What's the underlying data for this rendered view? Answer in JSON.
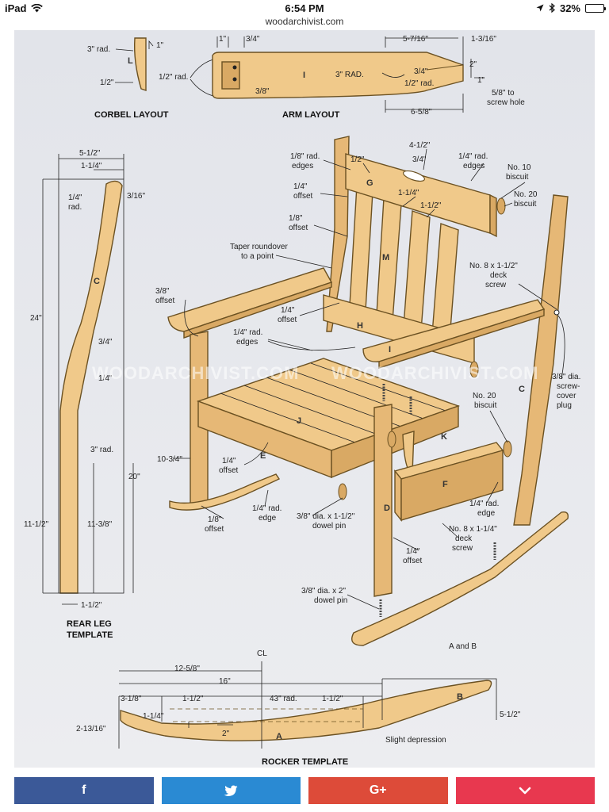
{
  "status_bar": {
    "device": "iPad",
    "time": "6:54 PM",
    "battery": "32%",
    "battery_level": 0.32
  },
  "browser": {
    "url": "woodarchivist.com"
  },
  "drawing": {
    "watermark": "WOODARCHIVIST.COM",
    "captions": {
      "corbel": "CORBEL LAYOUT",
      "arm": "ARM LAYOUT",
      "rear_leg_1": "REAR LEG",
      "rear_leg_2": "TEMPLATE",
      "rocker": "ROCKER TEMPLATE"
    },
    "corbel": {
      "part": "L",
      "d1": "3\" rad.",
      "d2": "1\"",
      "d3": "1/2\"",
      "d4": "1/2\" rad."
    },
    "arm": {
      "part": "I",
      "d1": "1\"",
      "d2": "3/4\"",
      "d3": "3\" RAD.",
      "d4": "3/8\"",
      "d5": "5-7/16\"",
      "d6": "1-3/16\"",
      "d7": "2\"",
      "d8": "3/4\"",
      "d9": "1/2\" rad.",
      "d10": "1\"",
      "d11": "5/8\" to",
      "d12": "screw hole",
      "d13": "6-5/8\""
    },
    "rear_leg": {
      "part": "C",
      "d1": "5-1/2\"",
      "d2": "1-1/4\"",
      "d3": "1/4\"",
      "d4": "rad.",
      "d5": "3/16\"",
      "d6": "24\"",
      "d7": "3/4\"",
      "d8": "1/4\"",
      "d9": "3\" rad.",
      "d10": "20\"",
      "d11": "11-1/2\"",
      "d12": "11-3/8\"",
      "d13": "1-1/2\""
    },
    "assembly": {
      "parts": [
        "G",
        "M",
        "H",
        "I",
        "J",
        "E",
        "K",
        "F",
        "D",
        "C",
        "A and B"
      ],
      "notes": [
        "1/8\" rad.",
        "edges",
        "1/2\"",
        "4-1/2\"",
        "3/4\"",
        "1/4\" rad.",
        "edges",
        "No. 10",
        "biscuit",
        "No. 20",
        "biscuit",
        "1/4\"",
        "offset",
        "1-1/4\"",
        "1-1/2\"",
        "1/8\"",
        "offset",
        "Taper roundover",
        "to a point",
        "No. 8 x 1-1/2\"",
        "deck",
        "screw",
        "3/8\"",
        "offset",
        "1/4\"",
        "offset",
        "1/4\" rad.",
        "edges",
        "3/8\" dia.",
        "screw-",
        "cover",
        "plug",
        "No. 20",
        "biscuit",
        "10-3/4\"",
        "1/4\"",
        "offset",
        "1/8\"",
        "offset",
        "1/4\" rad.",
        "edge",
        "3/8\" dia. x 1-1/2\"",
        "dowel pin",
        "1/4\" rad.",
        "edge",
        "No. 8 x 1-1/4\"",
        "deck",
        "screw",
        "1/4\"",
        "offset",
        "3/8\" dia. x 2\"",
        "dowel pin"
      ]
    },
    "rocker": {
      "part_a": "A",
      "part_b": "B",
      "cl": "CL",
      "d1": "12-5/8\"",
      "d2": "16\"",
      "d3": "3-1/8\"",
      "d4": "1-1/2\"",
      "d5": "43\" rad.",
      "d6": "1-1/2\"",
      "d7": "1-1/4\"",
      "d8": "2\"",
      "d9": "2-13/16\"",
      "d10": "5-1/2\"",
      "d11": "Slight depression"
    }
  },
  "share": {
    "buttons": [
      {
        "name": "facebook",
        "glyph": "f",
        "color": "#3b5998"
      },
      {
        "name": "twitter",
        "color": "#2a8ad3"
      },
      {
        "name": "google-plus",
        "glyph": "G+",
        "color": "#dd4b39"
      },
      {
        "name": "more",
        "color": "#e8384f"
      }
    ]
  }
}
